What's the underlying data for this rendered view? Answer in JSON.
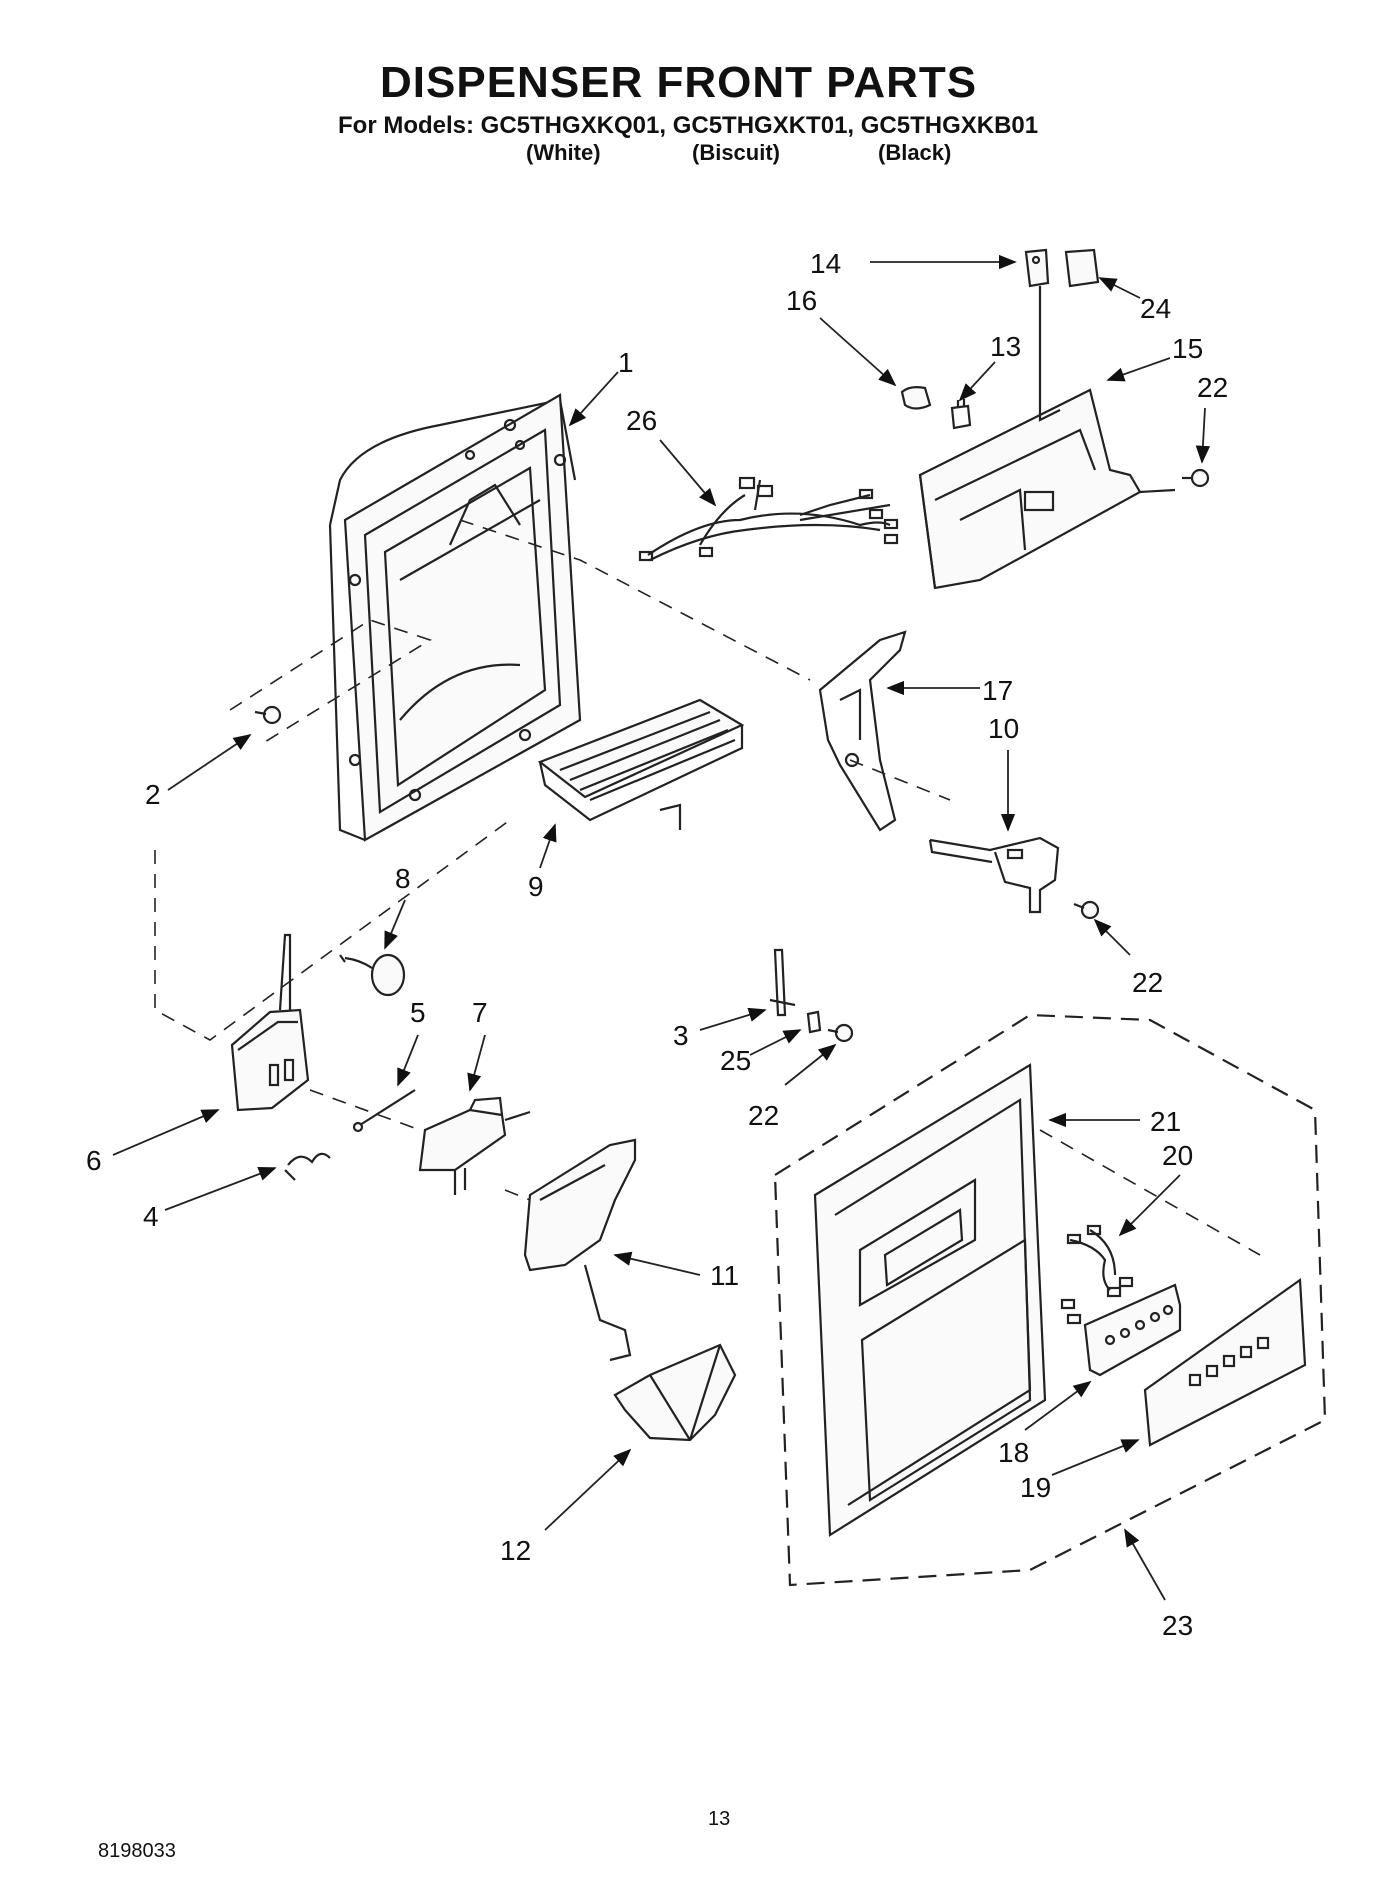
{
  "header": {
    "title": "DISPENSER FRONT PARTS",
    "models_line": "For Models: GC5THGXKQ01, GC5THGXKT01, GC5THGXKB01",
    "colors": [
      "(White)",
      "(Biscuit)",
      "(Black)"
    ]
  },
  "callouts": [
    "1",
    "2",
    "3",
    "4",
    "5",
    "6",
    "7",
    "8",
    "9",
    "10",
    "11",
    "12",
    "13",
    "14",
    "15",
    "16",
    "17",
    "18",
    "19",
    "20",
    "21",
    "22",
    "22",
    "22",
    "23",
    "24",
    "25",
    "26"
  ],
  "footer": {
    "page_number": "13",
    "doc_number": "8198033"
  }
}
